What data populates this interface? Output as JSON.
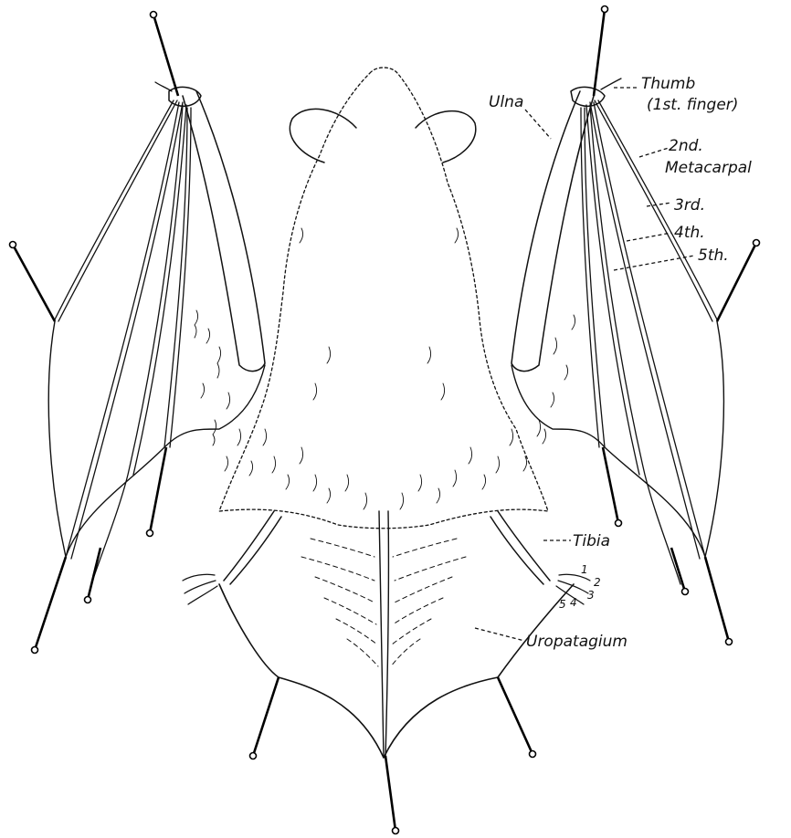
{
  "labels": {
    "thumb": "Thumb",
    "thumb_sub": "(1st. finger)",
    "ulna": "Ulna",
    "second": "2nd.",
    "metacarpal": "Metacarpal",
    "third": "3rd.",
    "fourth": "4th.",
    "fifth": "5th.",
    "tibia": "Tibia",
    "uropatagium": "Uropatagium",
    "toe1": "1",
    "toe2": "2",
    "toe3": "3",
    "toe4": "4",
    "toe5": "5"
  }
}
